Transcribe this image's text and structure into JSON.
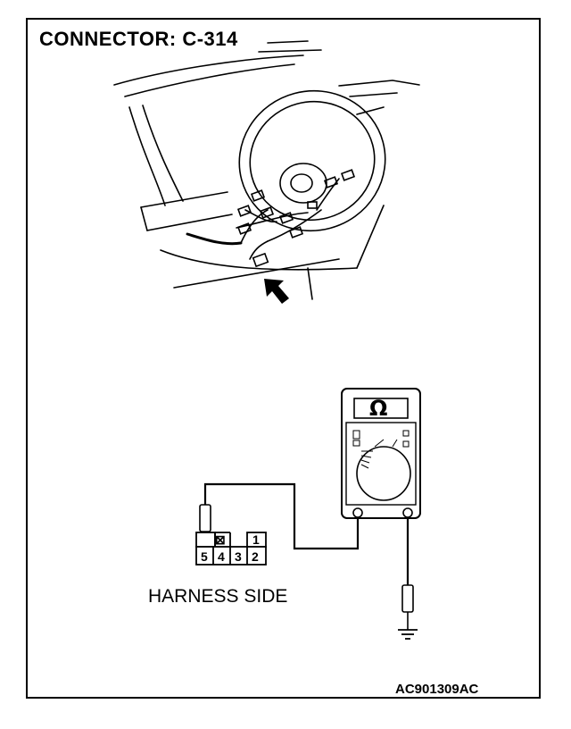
{
  "title": "CONNECTOR: C-314",
  "caption": "HARNESS SIDE",
  "figure_id": "AC901309AC",
  "meter": {
    "symbol": "Ω",
    "type": "ohmmeter-icon"
  },
  "connector": {
    "top_row": [
      "⊠",
      "1"
    ],
    "bottom_row": [
      "5",
      "4",
      "3",
      "2"
    ]
  },
  "icons": [
    "steering-wheel-icon",
    "arrow-icon",
    "ground-symbol-icon",
    "probe-icon"
  ]
}
